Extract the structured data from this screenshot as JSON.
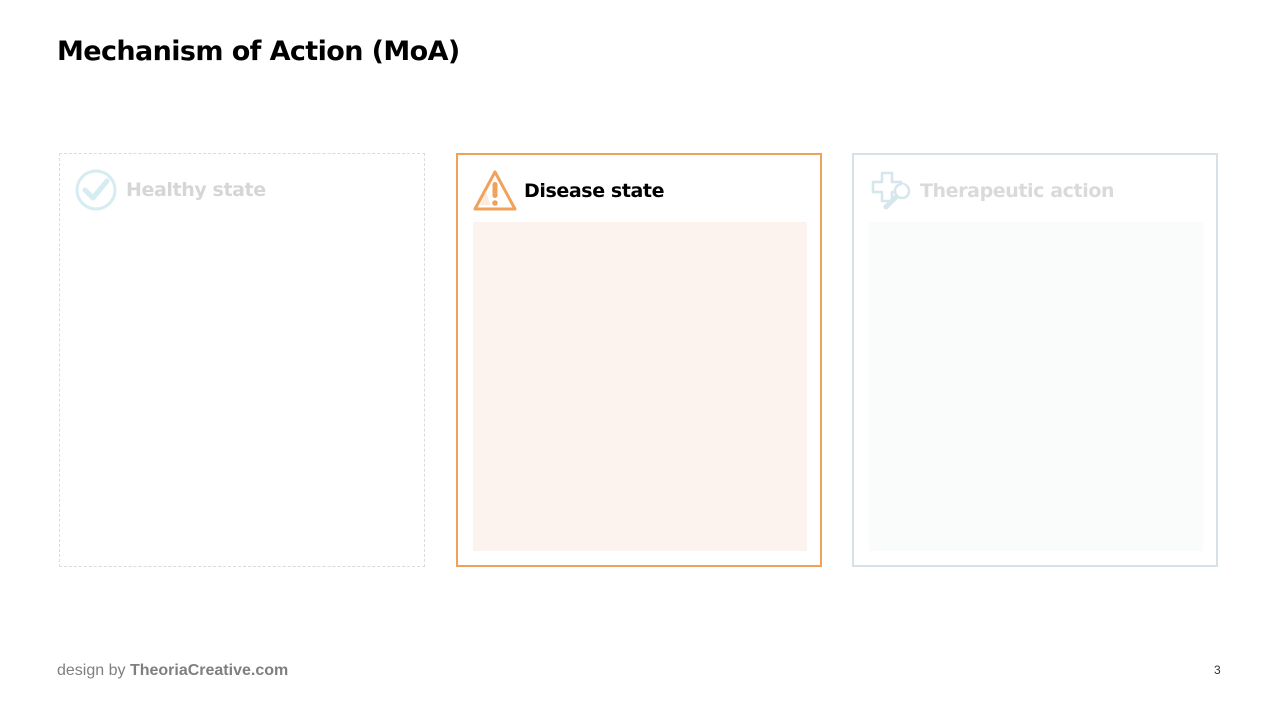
{
  "slide": {
    "title": "Mechanism of Action (MoA)",
    "page_number": "3"
  },
  "cards": {
    "healthy": {
      "label": "Healthy state",
      "icon": "check-circle-icon",
      "border_color": "#d9dcdd"
    },
    "disease": {
      "label": "Disease state",
      "icon": "warning-triangle-icon",
      "border_color": "#f0a15c",
      "body_color": "#fdf3ee"
    },
    "therapeutic": {
      "label": "Therapeutic action",
      "icon": "medical-cross-wrench-icon",
      "border_color": "#d7e2e6",
      "body_color": "#fafbfb"
    }
  },
  "footer": {
    "prefix": "design by ",
    "brand": "TheoriaCreative.com"
  }
}
